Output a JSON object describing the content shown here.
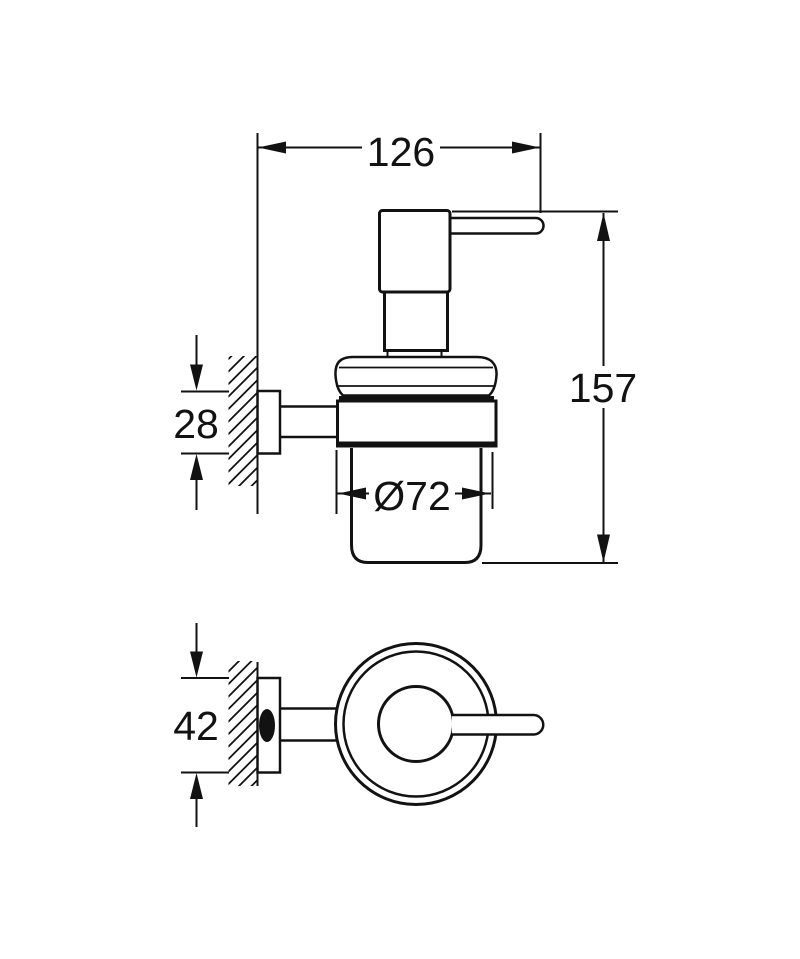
{
  "drawing": {
    "background_color": "#ffffff",
    "line_color": "#121212",
    "views": {
      "side_view": "side elevation of wall-mounted soap dispenser",
      "top_view": "top view of wall-mounted soap dispenser"
    },
    "dimensions": {
      "top_width": "126",
      "right_height": "157",
      "side_bracket": "28",
      "glass_diameter": "Ø72",
      "top_bracket": "42"
    }
  }
}
